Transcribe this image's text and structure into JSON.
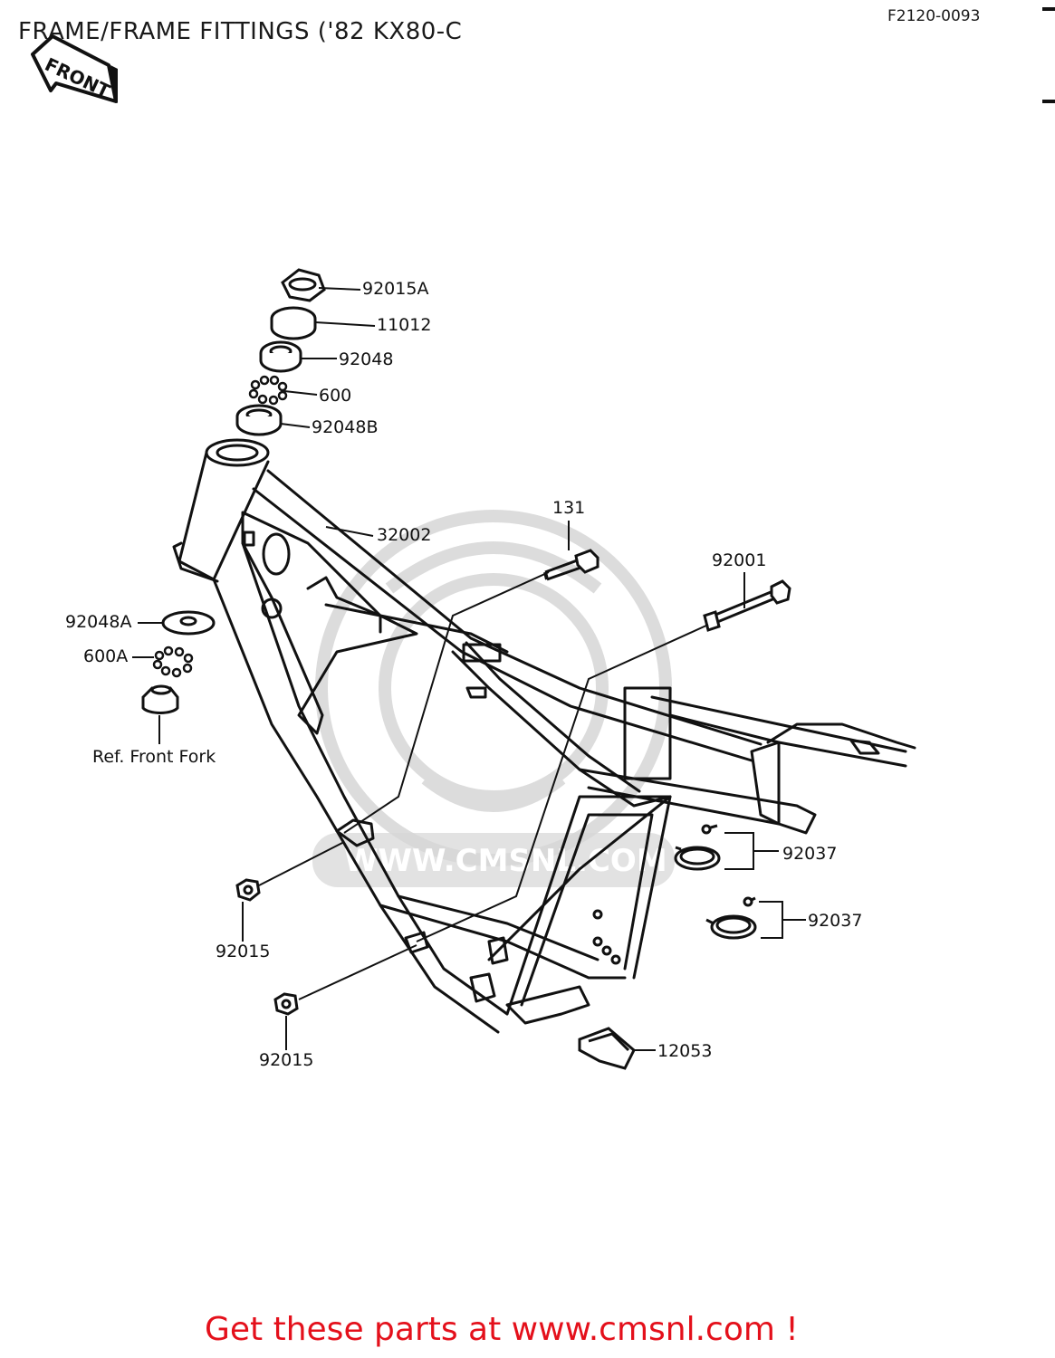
{
  "header": {
    "title": "FRAME/FRAME FITTINGS ('82 KX80-C",
    "drawing_code": "F2120-0093",
    "front_badge": "FRONT"
  },
  "watermark": {
    "text": "WWW.CMSNL.COM"
  },
  "callouts": {
    "c92015A": "92015A",
    "c11012": "11012",
    "c92048": "92048",
    "c600": "600",
    "c92048B": "92048B",
    "c32002": "32002",
    "c131": "131",
    "c92001": "92001",
    "c92048A": "92048A",
    "c600A": "600A",
    "ref_front_fork": "Ref.  Front Fork",
    "c92037_upper": "92037",
    "c92037_lower": "92037",
    "c92015_left": "92015",
    "c92015_bottom": "92015",
    "c12053": "12053"
  },
  "footer": {
    "link_text": "Get these parts at www.cmsnl.com !",
    "link_color": "#e4101b"
  },
  "colors": {
    "line": "#111111",
    "watermark": "#d6d6d6"
  }
}
